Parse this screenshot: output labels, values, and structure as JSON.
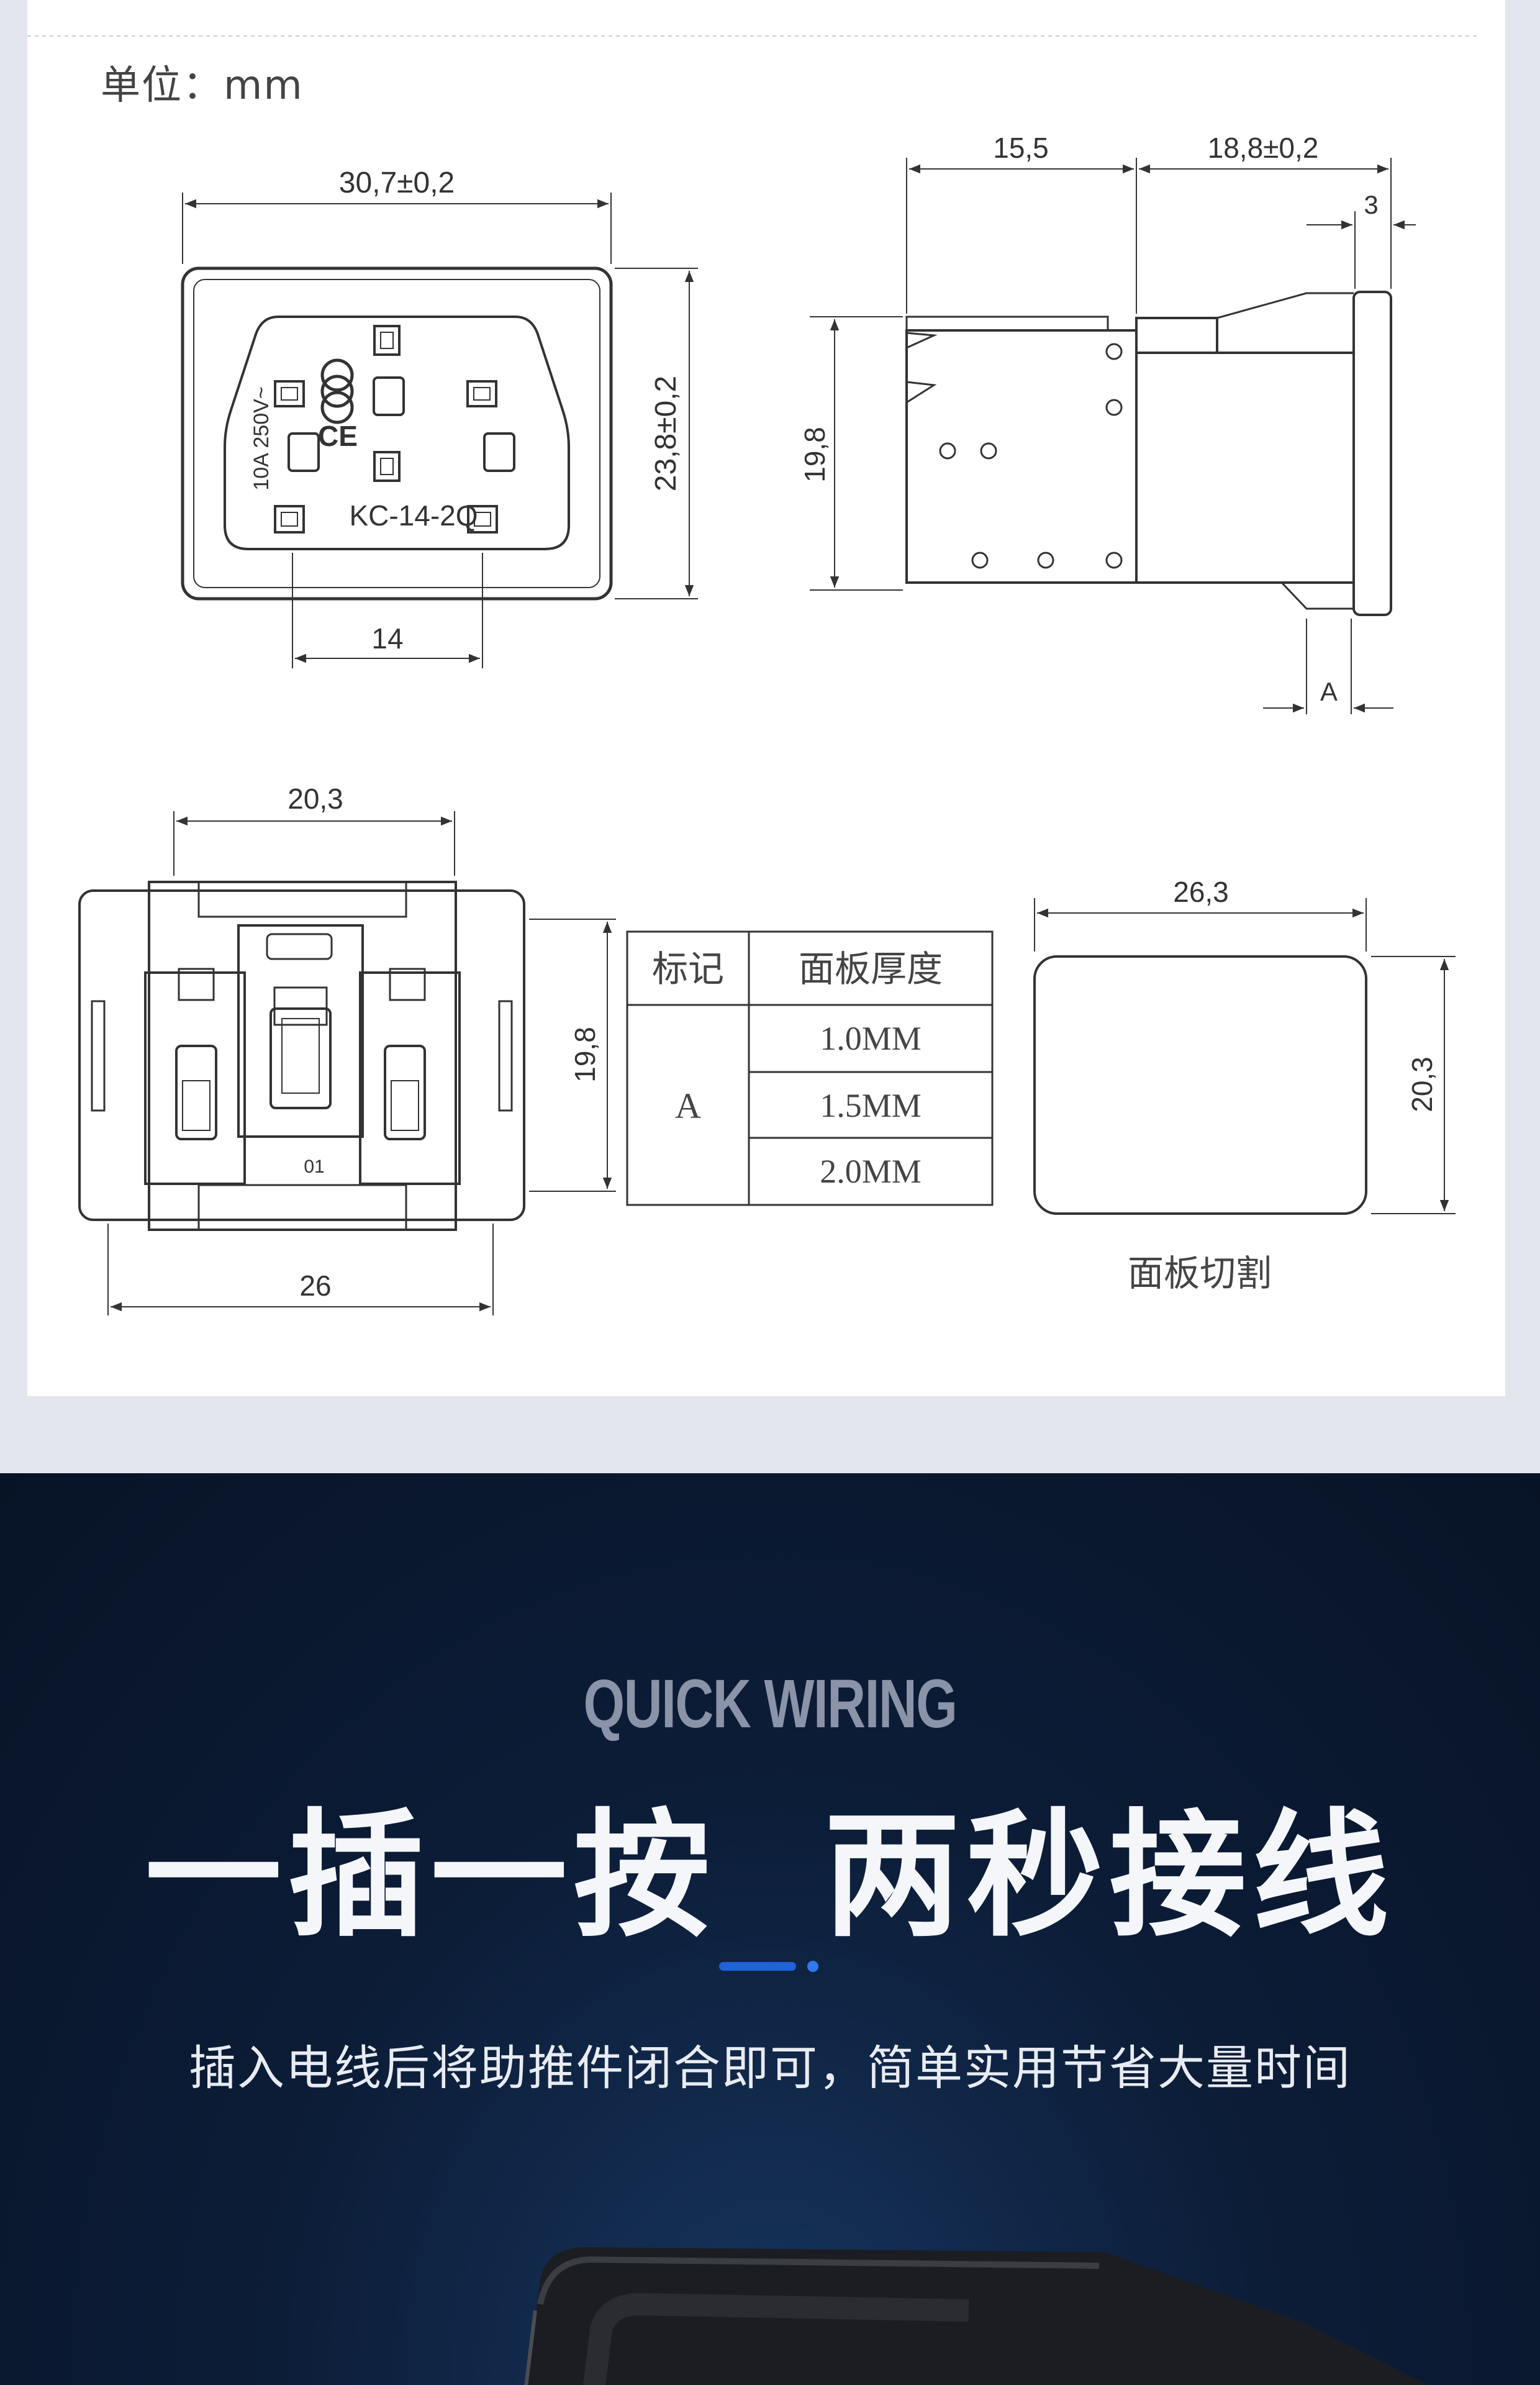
{
  "spec": {
    "unit_label": "单位：mm",
    "front_view": {
      "width": "30,7±0,2",
      "height": "23,8±0,2",
      "pin_spacing": "14",
      "rating": "10A 250V~",
      "model": "KC-14-2Q",
      "ce_mark": "CE"
    },
    "side_view": {
      "depth_front": "15,5",
      "depth_rear": "18,8±0,2",
      "flange": "3",
      "height": "19,8",
      "panel_marker": "A"
    },
    "bottom_view": {
      "top_width": "20,3",
      "height": "19,8",
      "bottom_width": "26",
      "marking": "01"
    },
    "thickness_table": {
      "headers": [
        "标记",
        "面板厚度"
      ],
      "mark": "A",
      "values": [
        "1.0MM",
        "1.5MM",
        "2.0MM"
      ]
    },
    "cutout": {
      "width": "26,3",
      "height": "20,3",
      "caption": "面板切割"
    }
  },
  "feature": {
    "subtitle_en": "QUICK WIRING",
    "headline": "一插一按  两秒接线",
    "description": "插入电线后将助推件闭合即可，简单实用节省大量时间",
    "colors": {
      "accent": "#1f63d8",
      "background": "#0c1d38"
    }
  }
}
